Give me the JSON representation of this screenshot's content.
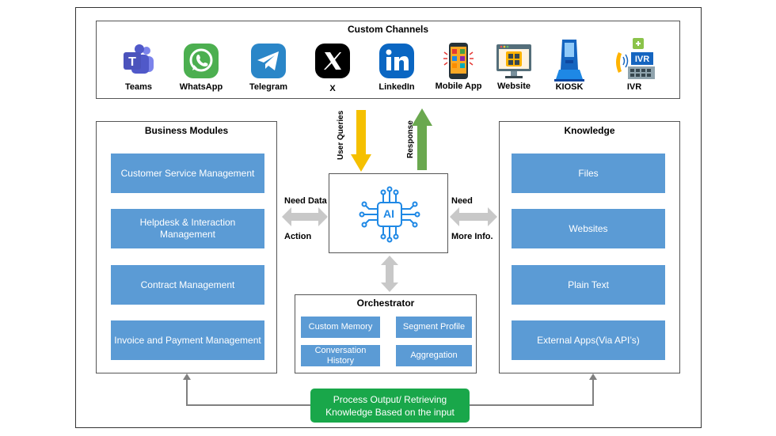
{
  "channels": {
    "title": "Custom Channels",
    "items": [
      {
        "label": "Teams",
        "icon": "teams-icon",
        "color": "#5059c9"
      },
      {
        "label": "WhatsApp",
        "icon": "whatsapp-icon",
        "color": "#4caf50"
      },
      {
        "label": "Telegram",
        "icon": "telegram-icon",
        "color": "#2a86c8"
      },
      {
        "label": "X",
        "icon": "x-icon",
        "color": "#000000"
      },
      {
        "label": "LinkedIn",
        "icon": "linkedin-icon",
        "color": "#0a66c2"
      },
      {
        "label": "Mobile App",
        "icon": "mobile-app-icon",
        "color": "#f9a825"
      },
      {
        "label": "Website",
        "icon": "website-icon",
        "color": "#546e7a"
      },
      {
        "label": "KIOSK",
        "icon": "kiosk-icon",
        "color": "#1565c0"
      },
      {
        "label": "IVR",
        "icon": "ivr-icon",
        "color": "#1565c0"
      }
    ]
  },
  "business": {
    "title": "Business Modules",
    "items": [
      "Customer Service Management",
      "Helpdesk & Interaction Management",
      "Contract Management",
      "Invoice and Payment Management"
    ]
  },
  "knowledge": {
    "title": "Knowledge",
    "items": [
      "Files",
      "Websites",
      "Plain Text",
      "External Apps(Via API’s)"
    ]
  },
  "center": {
    "user_queries": "User Queries",
    "response": "Response",
    "ai_label": "AI",
    "left_top": "Need Data",
    "left_bottom": "Action",
    "right_top": "Need",
    "right_bottom": "More Info."
  },
  "orchestrator": {
    "title": "Orchestrator",
    "items": [
      "Custom Memory",
      "Segment Profile",
      "Conversation History",
      "Aggregation"
    ]
  },
  "process": {
    "line1": "Process Output/ Retrieving",
    "line2": "Knowledge Based on the input"
  },
  "colors": {
    "module_blue": "#5b9bd5",
    "arrow_yellow": "#f5c000",
    "arrow_green": "#6aa84f",
    "arrow_gray": "#c8c8c8",
    "process_green": "#19a74a"
  }
}
